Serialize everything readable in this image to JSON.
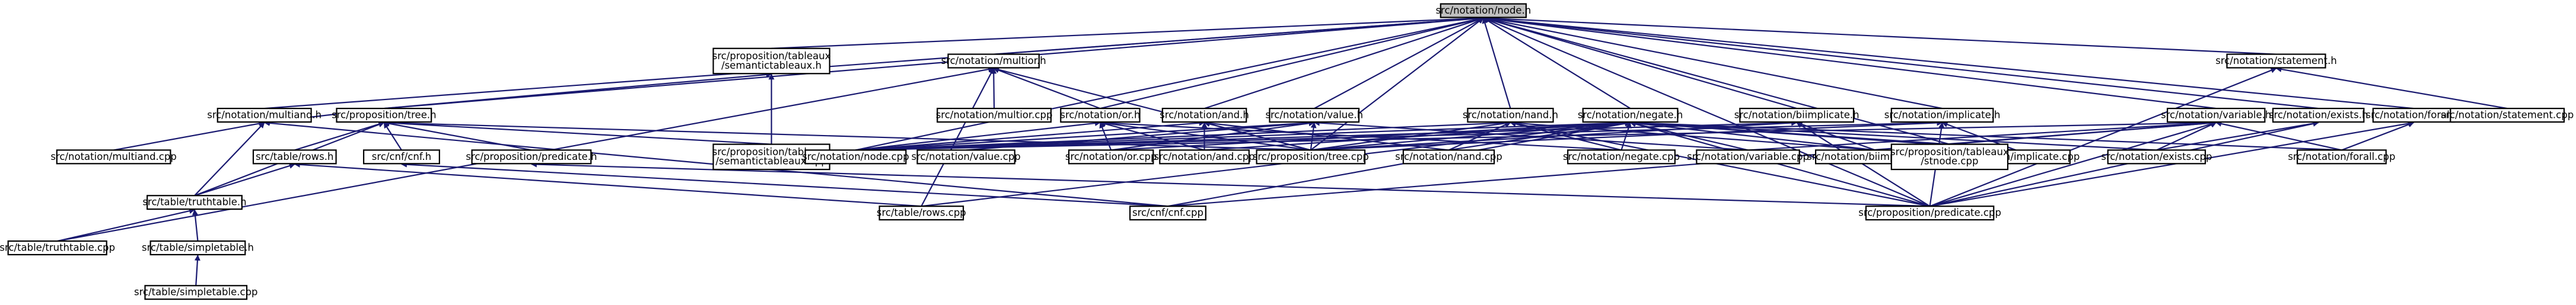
{
  "graph": {
    "title": "",
    "root": "n0",
    "nodes": [
      {
        "id": "n0",
        "label": "src/notation/node.h",
        "lines": [
          "src/notation/node.h"
        ]
      },
      {
        "id": "n1",
        "label": "src/proposition/tableaux/semantictableaux.h",
        "lines": [
          "src/proposition/tableaux",
          "/semantictableaux.h"
        ]
      },
      {
        "id": "n2",
        "label": "src/notation/multior.h",
        "lines": [
          "src/notation/multior.h"
        ]
      },
      {
        "id": "n3",
        "label": "src/notation/statement.h",
        "lines": [
          "src/notation/statement.h"
        ]
      },
      {
        "id": "n4",
        "label": "src/notation/multiand.h",
        "lines": [
          "src/notation/multiand.h"
        ]
      },
      {
        "id": "n5",
        "label": "src/proposition/tree.h",
        "lines": [
          "src/proposition/tree.h"
        ]
      },
      {
        "id": "n6",
        "label": "src/notation/multior.cpp",
        "lines": [
          "src/notation/multior.cpp"
        ]
      },
      {
        "id": "n7",
        "label": "src/notation/or.h",
        "lines": [
          "src/notation/or.h"
        ]
      },
      {
        "id": "n8",
        "label": "src/notation/and.h",
        "lines": [
          "src/notation/and.h"
        ]
      },
      {
        "id": "n9",
        "label": "src/notation/value.h",
        "lines": [
          "src/notation/value.h"
        ]
      },
      {
        "id": "n10",
        "label": "src/notation/nand.h",
        "lines": [
          "src/notation/nand.h"
        ]
      },
      {
        "id": "n11",
        "label": "src/notation/negate.h",
        "lines": [
          "src/notation/negate.h"
        ]
      },
      {
        "id": "n12",
        "label": "src/notation/biimplicate.h",
        "lines": [
          "src/notation/biimplicate.h"
        ]
      },
      {
        "id": "n13",
        "label": "src/notation/implicate.h",
        "lines": [
          "src/notation/implicate.h"
        ]
      },
      {
        "id": "n14",
        "label": "src/notation/variable.h",
        "lines": [
          "src/notation/variable.h"
        ]
      },
      {
        "id": "n15",
        "label": "src/notation/exists.h",
        "lines": [
          "src/notation/exists.h"
        ]
      },
      {
        "id": "n16",
        "label": "src/notation/forall.h",
        "lines": [
          "src/notation/forall.h"
        ]
      },
      {
        "id": "n17",
        "label": "src/notation/statement.cpp",
        "lines": [
          "src/notation/statement.cpp"
        ]
      },
      {
        "id": "n18",
        "label": "src/notation/multiand.cpp",
        "lines": [
          "src/notation/multiand.cpp"
        ]
      },
      {
        "id": "n19",
        "label": "src/table/rows.h",
        "lines": [
          "src/table/rows.h"
        ]
      },
      {
        "id": "n20",
        "label": "src/cnf/cnf.h",
        "lines": [
          "src/cnf/cnf.h"
        ]
      },
      {
        "id": "n21",
        "label": "src/proposition/predicate.h",
        "lines": [
          "src/proposition/predicate.h"
        ]
      },
      {
        "id": "n22",
        "label": "src/proposition/tableaux/semantictableaux.cpp",
        "lines": [
          "src/proposition/tableaux",
          "/semantictableaux.cpp"
        ]
      },
      {
        "id": "n23",
        "label": "src/notation/node.cpp",
        "lines": [
          "src/notation/node.cpp"
        ]
      },
      {
        "id": "n24",
        "label": "src/notation/value.cpp",
        "lines": [
          "src/notation/value.cpp"
        ]
      },
      {
        "id": "n25",
        "label": "src/notation/or.cpp",
        "lines": [
          "src/notation/or.cpp"
        ]
      },
      {
        "id": "n26",
        "label": "src/notation/and.cpp",
        "lines": [
          "src/notation/and.cpp"
        ]
      },
      {
        "id": "n27",
        "label": "src/proposition/tree.cpp",
        "lines": [
          "src/proposition/tree.cpp"
        ]
      },
      {
        "id": "n28",
        "label": "src/notation/nand.cpp",
        "lines": [
          "src/notation/nand.cpp"
        ]
      },
      {
        "id": "n29",
        "label": "src/notation/negate.cpp",
        "lines": [
          "src/notation/negate.cpp"
        ]
      },
      {
        "id": "n30",
        "label": "src/notation/variable.cpp",
        "lines": [
          "src/notation/variable.cpp"
        ]
      },
      {
        "id": "n31",
        "label": "src/notation/biimplicate.cpp",
        "lines": [
          "src/notation/biimplicate.cpp"
        ]
      },
      {
        "id": "n32",
        "label": "src/notation/implicate.cpp",
        "lines": [
          "src/notation/implicate.cpp"
        ]
      },
      {
        "id": "n33",
        "label": "src/proposition/tableaux/stnode.cpp",
        "lines": [
          "src/proposition/tableaux",
          "/stnode.cpp"
        ]
      },
      {
        "id": "n34",
        "label": "src/notation/exists.cpp",
        "lines": [
          "src/notation/exists.cpp"
        ]
      },
      {
        "id": "n35",
        "label": "src/notation/forall.cpp",
        "lines": [
          "src/notation/forall.cpp"
        ]
      },
      {
        "id": "n36",
        "label": "src/table/truthtable.h",
        "lines": [
          "src/table/truthtable.h"
        ]
      },
      {
        "id": "n37",
        "label": "src/table/rows.cpp",
        "lines": [
          "src/table/rows.cpp"
        ]
      },
      {
        "id": "n38",
        "label": "src/cnf/cnf.cpp",
        "lines": [
          "src/cnf/cnf.cpp"
        ]
      },
      {
        "id": "n39",
        "label": "src/proposition/predicate.cpp",
        "lines": [
          "src/proposition/predicate.cpp"
        ]
      },
      {
        "id": "n40",
        "label": "src/table/truthtable.cpp",
        "lines": [
          "src/table/truthtable.cpp"
        ]
      },
      {
        "id": "n41",
        "label": "src/table/simpletable.h",
        "lines": [
          "src/table/simpletable.h"
        ]
      },
      {
        "id": "n42",
        "label": "src/table/simpletable.cpp",
        "lines": [
          "src/table/simpletable.cpp"
        ]
      }
    ],
    "edges": [
      [
        "n0",
        "n1"
      ],
      [
        "n0",
        "n2"
      ],
      [
        "n0",
        "n3"
      ],
      [
        "n0",
        "n4"
      ],
      [
        "n0",
        "n5"
      ],
      [
        "n0",
        "n7"
      ],
      [
        "n0",
        "n8"
      ],
      [
        "n0",
        "n9"
      ],
      [
        "n0",
        "n10"
      ],
      [
        "n0",
        "n11"
      ],
      [
        "n0",
        "n12"
      ],
      [
        "n0",
        "n13"
      ],
      [
        "n0",
        "n14"
      ],
      [
        "n0",
        "n15"
      ],
      [
        "n0",
        "n16"
      ],
      [
        "n0",
        "n23"
      ],
      [
        "n0",
        "n27"
      ],
      [
        "n0",
        "n33"
      ],
      [
        "n0",
        "n39"
      ],
      [
        "n1",
        "n5"
      ],
      [
        "n1",
        "n22"
      ],
      [
        "n2",
        "n6"
      ],
      [
        "n2",
        "n7"
      ],
      [
        "n2",
        "n27"
      ],
      [
        "n2",
        "n40"
      ],
      [
        "n2",
        "n37"
      ],
      [
        "n3",
        "n17"
      ],
      [
        "n3",
        "n39"
      ],
      [
        "n4",
        "n18"
      ],
      [
        "n4",
        "n5"
      ],
      [
        "n4",
        "n36"
      ],
      [
        "n4",
        "n38"
      ],
      [
        "n5",
        "n19"
      ],
      [
        "n5",
        "n20"
      ],
      [
        "n5",
        "n21"
      ],
      [
        "n5",
        "n22"
      ],
      [
        "n5",
        "n27"
      ],
      [
        "n5",
        "n36"
      ],
      [
        "n7",
        "n23"
      ],
      [
        "n7",
        "n25"
      ],
      [
        "n7",
        "n26"
      ],
      [
        "n7",
        "n27"
      ],
      [
        "n7",
        "n29"
      ],
      [
        "n8",
        "n23"
      ],
      [
        "n8",
        "n26"
      ],
      [
        "n8",
        "n27"
      ],
      [
        "n8",
        "n28"
      ],
      [
        "n9",
        "n23"
      ],
      [
        "n9",
        "n24"
      ],
      [
        "n9",
        "n25"
      ],
      [
        "n9",
        "n27"
      ],
      [
        "n9",
        "n30"
      ],
      [
        "n10",
        "n23"
      ],
      [
        "n10",
        "n27"
      ],
      [
        "n10",
        "n28"
      ],
      [
        "n10",
        "n29"
      ],
      [
        "n10",
        "n31"
      ],
      [
        "n10",
        "n39"
      ],
      [
        "n11",
        "n23"
      ],
      [
        "n11",
        "n25"
      ],
      [
        "n11",
        "n26"
      ],
      [
        "n11",
        "n27"
      ],
      [
        "n11",
        "n28"
      ],
      [
        "n11",
        "n29"
      ],
      [
        "n11",
        "n30"
      ],
      [
        "n11",
        "n31"
      ],
      [
        "n11",
        "n32"
      ],
      [
        "n11",
        "n33"
      ],
      [
        "n11",
        "n34"
      ],
      [
        "n11",
        "n35"
      ],
      [
        "n11",
        "n39"
      ],
      [
        "n11",
        "n37"
      ],
      [
        "n11",
        "n38"
      ],
      [
        "n12",
        "n23"
      ],
      [
        "n12",
        "n27"
      ],
      [
        "n12",
        "n31"
      ],
      [
        "n12",
        "n39"
      ],
      [
        "n13",
        "n23"
      ],
      [
        "n13",
        "n27"
      ],
      [
        "n13",
        "n32"
      ],
      [
        "n13",
        "n39"
      ],
      [
        "n14",
        "n23"
      ],
      [
        "n14",
        "n30"
      ],
      [
        "n14",
        "n33"
      ],
      [
        "n14",
        "n34"
      ],
      [
        "n14",
        "n35"
      ],
      [
        "n14",
        "n39"
      ],
      [
        "n14",
        "n38"
      ],
      [
        "n15",
        "n34"
      ],
      [
        "n15",
        "n39"
      ],
      [
        "n16",
        "n35"
      ],
      [
        "n16",
        "n39"
      ],
      [
        "n19",
        "n36"
      ],
      [
        "n19",
        "n37"
      ],
      [
        "n20",
        "n38"
      ],
      [
        "n21",
        "n39"
      ],
      [
        "n36",
        "n40"
      ],
      [
        "n36",
        "n41"
      ],
      [
        "n41",
        "n42"
      ]
    ]
  }
}
